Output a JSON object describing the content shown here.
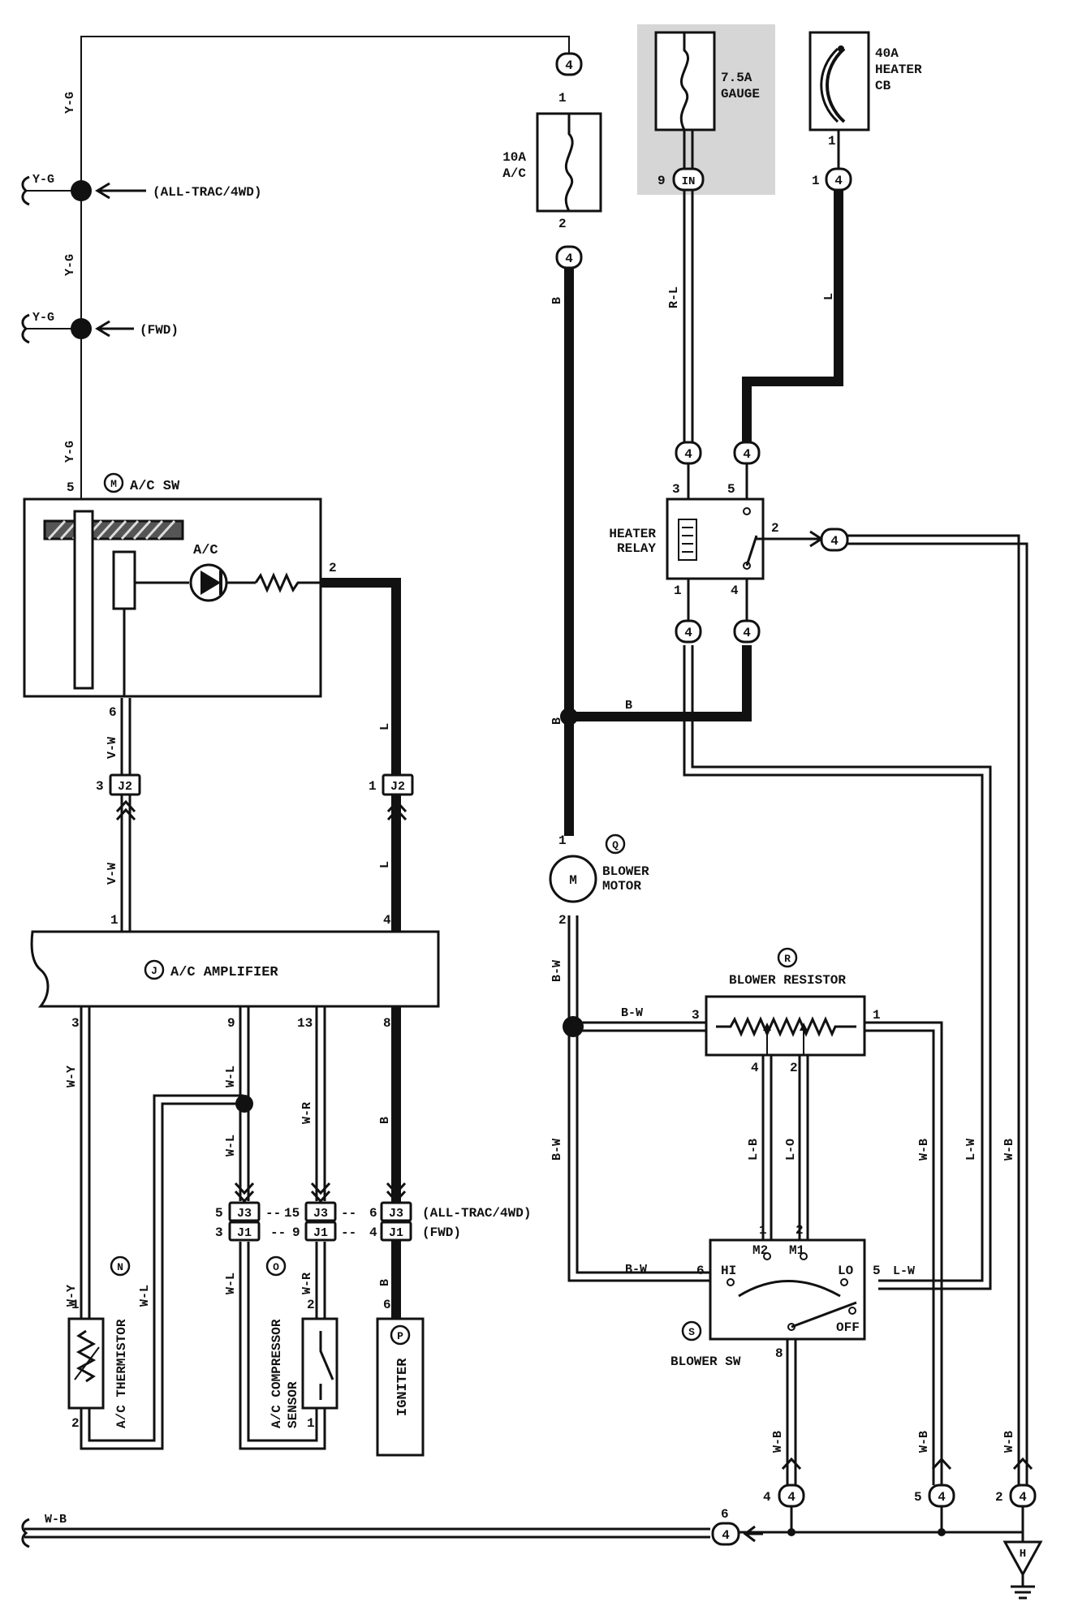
{
  "fuses": {
    "ac_amp": "10A",
    "ac_name": "A/C",
    "gauge_amp": "7.5A",
    "gauge_name": "GAUGE",
    "heater_amp": "40A",
    "heater_name": "HEATER",
    "heater_type": "CB"
  },
  "wire_colors": {
    "y_g": "Y-G",
    "b": "B",
    "r_l": "R-L",
    "l": "L",
    "w_b": "W-B",
    "b_w": "B-W",
    "v_w": "V-W",
    "w_y": "W-Y",
    "w_l": "W-L",
    "w_r": "W-R",
    "l_b": "L-B",
    "l_o": "L-O",
    "l_w": "L-W"
  },
  "variants": {
    "alltrac": "(ALL-TRAC/4WD)",
    "fwd": "(FWD)"
  },
  "connectors": {
    "c4": "4",
    "cin": "IN",
    "j1": "J1",
    "j2": "J2",
    "j3": "J3"
  },
  "components": {
    "ac_sw": {
      "letter": "M",
      "name": "A/C SW",
      "indicator": "A/C"
    },
    "heater_relay": {
      "line1": "HEATER",
      "line2": "RELAY"
    },
    "ac_amplifier": {
      "letter": "J",
      "name": "A/C AMPLIFIER"
    },
    "ac_thermistor": {
      "letter": "N",
      "name": "A/C THERMISTOR"
    },
    "ac_compressor_sensor": {
      "letter": "O",
      "line1": "A/C COMPRESSOR",
      "line2": "SENSOR"
    },
    "igniter": {
      "letter": "P",
      "name": "IGNITER"
    },
    "blower_motor": {
      "letter": "Q",
      "line1": "BLOWER",
      "line2": "MOTOR",
      "symbol": "M"
    },
    "blower_resistor": {
      "letter": "R",
      "name": "BLOWER RESISTOR"
    },
    "blower_sw": {
      "letter": "S",
      "name": "BLOWER SW",
      "hi": "HI",
      "m2": "M2",
      "m1": "M1",
      "lo": "LO",
      "off": "OFF"
    },
    "ground": {
      "letter": "H"
    }
  },
  "pins": {
    "p1": "1",
    "p2": "2",
    "p3": "3",
    "p4": "4",
    "p5": "5",
    "p6": "6",
    "p8": "8",
    "p9": "9",
    "p13": "13",
    "p15": "15"
  }
}
